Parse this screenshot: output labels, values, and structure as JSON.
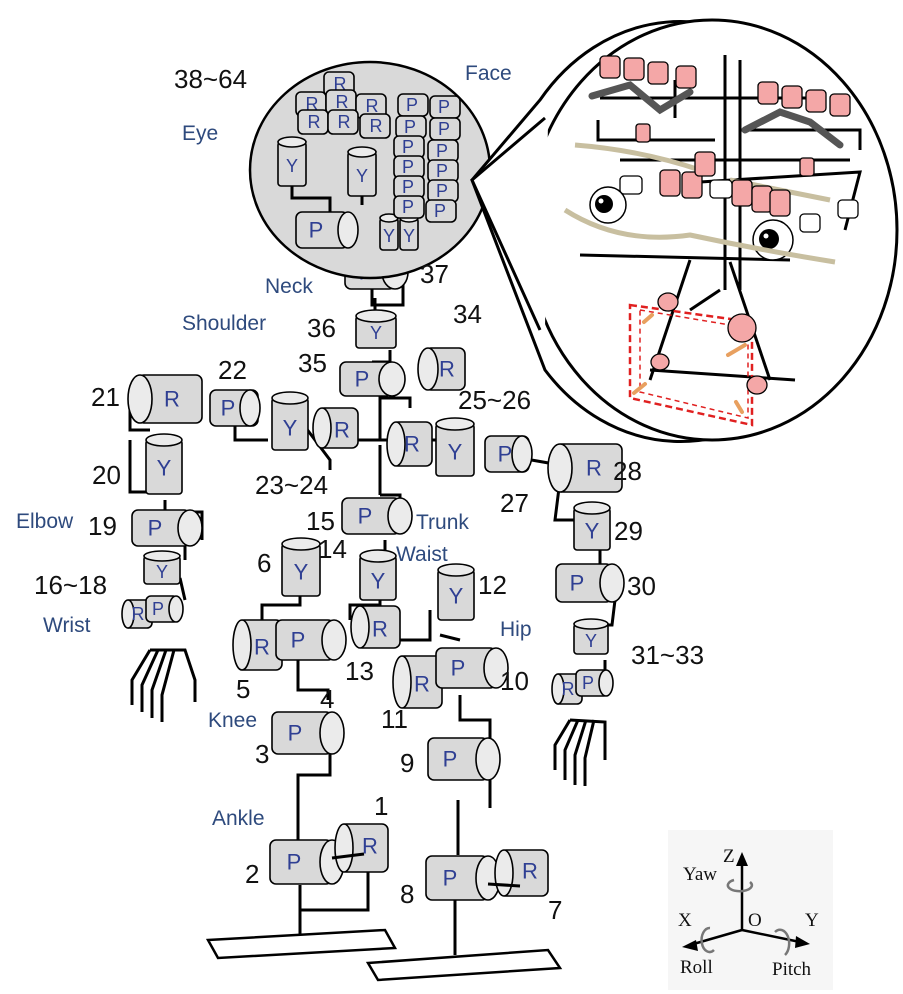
{
  "part_labels": {
    "face": "Face",
    "eye": "Eye",
    "neck": "Neck",
    "shoulder": "Shoulder",
    "elbow": "Elbow",
    "wrist": "Wrist",
    "trunk": "Trunk",
    "waist": "Waist",
    "hip": "Hip",
    "knee": "Knee",
    "ankle": "Ankle"
  },
  "joint_numbers": {
    "n1": "1",
    "n2": "2",
    "n3": "3",
    "n4": "4",
    "n5": "5",
    "n6": "6",
    "n7": "7",
    "n8": "8",
    "n9": "9",
    "n10": "10",
    "n11": "11",
    "n12": "12",
    "n13": "13",
    "n14": "14",
    "n15": "15",
    "n16_18": "16~18",
    "n19": "19",
    "n20": "20",
    "n21": "21",
    "n22": "22",
    "n23_24": "23~24",
    "n25_26": "25~26",
    "n27": "27",
    "n28": "28",
    "n29": "29",
    "n30": "30",
    "n31_33": "31~33",
    "n34": "34",
    "n35": "35",
    "n36": "36",
    "n37": "37",
    "n38_64": "38~64"
  },
  "joint_type_letters": {
    "roll": "R",
    "pitch": "P",
    "yaw": "Y"
  },
  "axes_legend": {
    "z": "Z",
    "x": "X",
    "y": "Y",
    "origin": "O",
    "yaw": "Yaw",
    "roll": "Roll",
    "pitch": "Pitch"
  },
  "colors": {
    "label_blue": "#2e4a7d",
    "letter_blue": "#2f3f93",
    "actuator_gray": "#d9d9d9",
    "face_motor_pink": "#f4a7a7",
    "face_frame_red": "#e02020",
    "eyebrow_gray": "#555555",
    "mouth_tan": "#c8bfa0"
  }
}
